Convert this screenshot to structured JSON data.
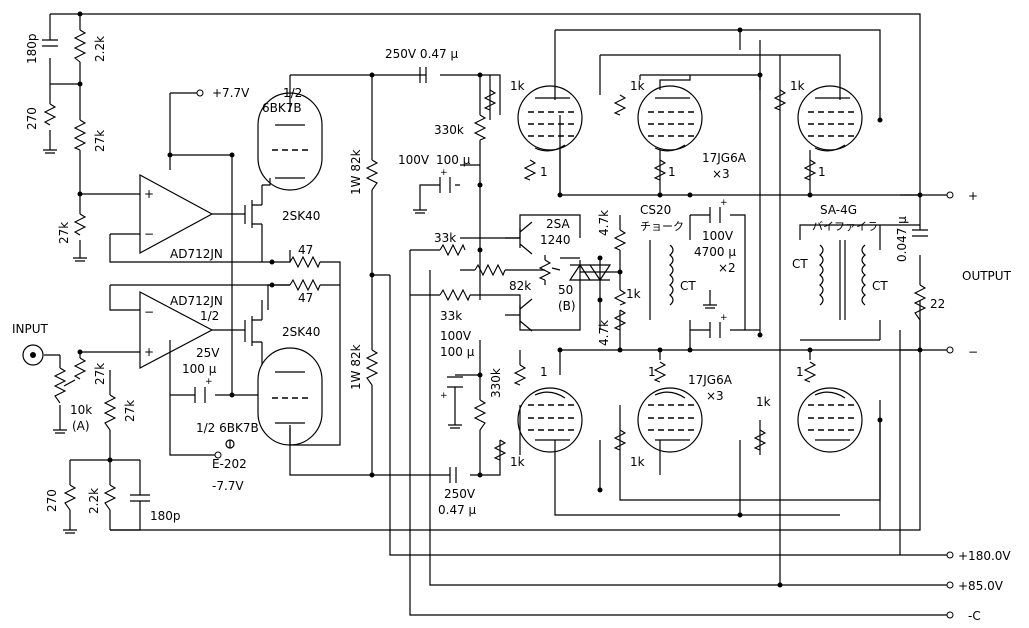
{
  "labels": {
    "c180p_top": "180p",
    "r22k_top": "2.2k",
    "r270_top": "270",
    "r27k_top": "27k",
    "r27k_left": "27k",
    "v_plus77": "+7.7V",
    "tube_top_half": "1/2",
    "tube_top_name": "6BK7B",
    "fet_top": "2SK40",
    "opamp_top": "AD712JN",
    "r47_a": "47",
    "r47_b": "47",
    "opamp_bot": "AD712JN",
    "opamp_bot_half": "1/2",
    "fet_bot": "2SK40",
    "cap25v": "25V",
    "cap100u_left": "100 μ",
    "tube_bot_name": "1/2 6BK7B",
    "e202": "E-202",
    "v_minus77": "-7.7V",
    "input": "INPUT",
    "r27k_in": "27k",
    "r27k_in2": "27k",
    "pot10k": "10k",
    "pot_a": "(A)",
    "r270_bot": "270",
    "r22k_bot": "2.2k",
    "c180p_bot": "180p",
    "cap_top": "250V 0.47 μ",
    "r82k_top": "1W 82k",
    "r82k_bot": "1W 82k",
    "r330k_top": "330k",
    "cap100v_top": "100V",
    "cap100u_top": "100 μ",
    "r33k_a": "33k",
    "tr2sa": "2SA",
    "tr1240": "1240",
    "r82k_mid": "82k",
    "pot50": "50",
    "pot_b": "(B)",
    "r33k_b": "33k",
    "cap100v_bot": "100V",
    "cap100u_bot": "100 μ",
    "r330k_bot": "330k",
    "cap_bot_v": "250V",
    "cap_bot_c": "0.47 μ",
    "r47k_a": "4.7k",
    "r1k_mid": "1k",
    "r47k_b": "4.7k",
    "cs20": "CS20",
    "choke": "チョーク",
    "ct_left": "CT",
    "cap100v_mid": "100V",
    "cap4700": "4700 μ",
    "x2": "×2",
    "sa4g": "SA-4G",
    "bifilar": "バイファイラ",
    "ct_mid": "CT",
    "ct_right": "CT",
    "cap0047": "0.047 μ",
    "r22": "22",
    "output": "OUTPUT",
    "plus": "+",
    "minus": "−",
    "rail180": "+180.0V",
    "rail85": "+85.0V",
    "railc": "-C",
    "tube17_top": "17JG6A",
    "tube17_top_x": "×3",
    "tube17_bot": "17JG6A",
    "tube17_bot_x": "×3",
    "r1k_t1": "1k",
    "r1k_t2": "1k",
    "r1k_t3": "1k",
    "r1_t1": "1",
    "r1_t2": "1",
    "r1_t3": "1",
    "r1_b1": "1",
    "r1_b2": "1",
    "r1_b3": "1",
    "r1k_b1": "1k",
    "r1k_b2": "1k",
    "r1k_b3": "1k"
  }
}
